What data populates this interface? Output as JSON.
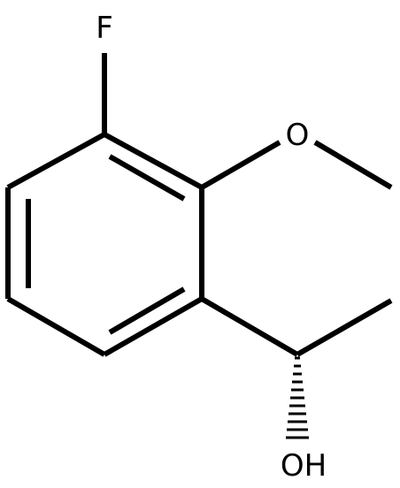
{
  "structure": {
    "labels": {
      "fluorine": "F",
      "oxygen": "O",
      "hydroxyl": "OH"
    },
    "colors": {
      "bond": "#000000",
      "text": "#000000",
      "background": "#ffffff"
    },
    "stereo_bond": "hashed-wedge"
  }
}
